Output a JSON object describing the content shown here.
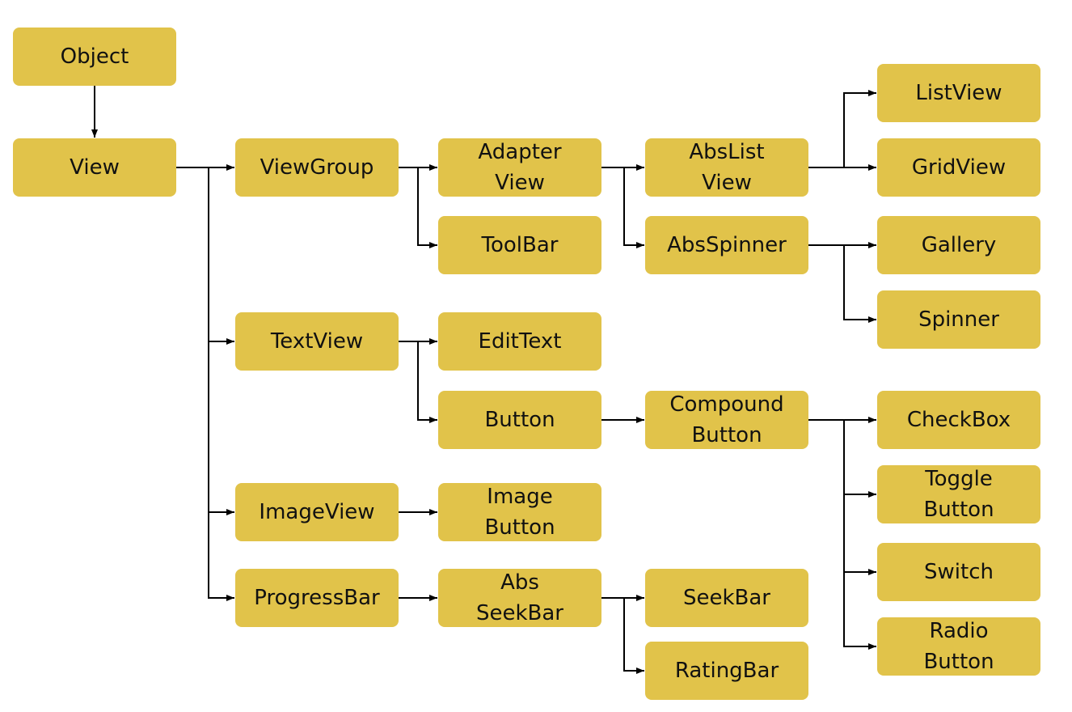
{
  "diagram": {
    "colors": {
      "node_fill": "#e1c34a",
      "text": "#111111",
      "edge": "#000000"
    },
    "nodes": {
      "object": [
        "Object"
      ],
      "view": [
        "View"
      ],
      "viewgroup": [
        "ViewGroup"
      ],
      "adapterview": [
        "Adapter",
        "View"
      ],
      "toolbar": [
        "ToolBar"
      ],
      "abslistview": [
        "AbsList",
        "View"
      ],
      "absspinner": [
        "AbsSpinner"
      ],
      "listview": [
        "ListView"
      ],
      "gridview": [
        "GridView"
      ],
      "gallery": [
        "Gallery"
      ],
      "spinner": [
        "Spinner"
      ],
      "textview": [
        "TextView"
      ],
      "edittext": [
        "EditText"
      ],
      "button": [
        "Button"
      ],
      "compoundbutton": [
        "Compound",
        "Button"
      ],
      "checkbox": [
        "CheckBox"
      ],
      "togglebutton": [
        "Toggle",
        "Button"
      ],
      "switch": [
        "Switch"
      ],
      "radiobutton": [
        "Radio",
        "Button"
      ],
      "imageview": [
        "ImageView"
      ],
      "imagebutton": [
        "Image",
        "Button"
      ],
      "progressbar": [
        "ProgressBar"
      ],
      "absseekbar": [
        "Abs",
        "SeekBar"
      ],
      "seekbar": [
        "SeekBar"
      ],
      "ratingbar": [
        "RatingBar"
      ]
    },
    "edges": [
      [
        "object",
        "view"
      ],
      [
        "view",
        "viewgroup"
      ],
      [
        "view",
        "textview"
      ],
      [
        "view",
        "imageview"
      ],
      [
        "view",
        "progressbar"
      ],
      [
        "viewgroup",
        "adapterview"
      ],
      [
        "viewgroup",
        "toolbar"
      ],
      [
        "adapterview",
        "abslistview"
      ],
      [
        "adapterview",
        "absspinner"
      ],
      [
        "abslistview",
        "listview"
      ],
      [
        "abslistview",
        "gridview"
      ],
      [
        "absspinner",
        "gallery"
      ],
      [
        "absspinner",
        "spinner"
      ],
      [
        "textview",
        "edittext"
      ],
      [
        "textview",
        "button"
      ],
      [
        "button",
        "compoundbutton"
      ],
      [
        "compoundbutton",
        "checkbox"
      ],
      [
        "compoundbutton",
        "togglebutton"
      ],
      [
        "compoundbutton",
        "switch"
      ],
      [
        "compoundbutton",
        "radiobutton"
      ],
      [
        "imageview",
        "imagebutton"
      ],
      [
        "progressbar",
        "absseekbar"
      ],
      [
        "absseekbar",
        "seekbar"
      ],
      [
        "absseekbar",
        "ratingbar"
      ]
    ]
  }
}
